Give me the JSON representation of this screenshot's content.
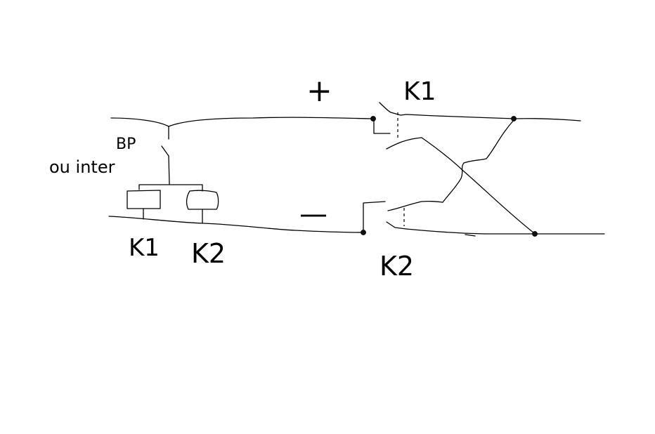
{
  "diagram": {
    "polarity": {
      "plus": "+",
      "minus": "—"
    },
    "switch_label": {
      "line1": "BP",
      "line2": "ou inter"
    },
    "coil_labels": {
      "k1": "K1",
      "k2": "K2"
    },
    "contact_labels": {
      "k1": "K1",
      "k2": "K2"
    },
    "colors": {
      "stroke": "#000000",
      "background": "#ffffff"
    }
  }
}
